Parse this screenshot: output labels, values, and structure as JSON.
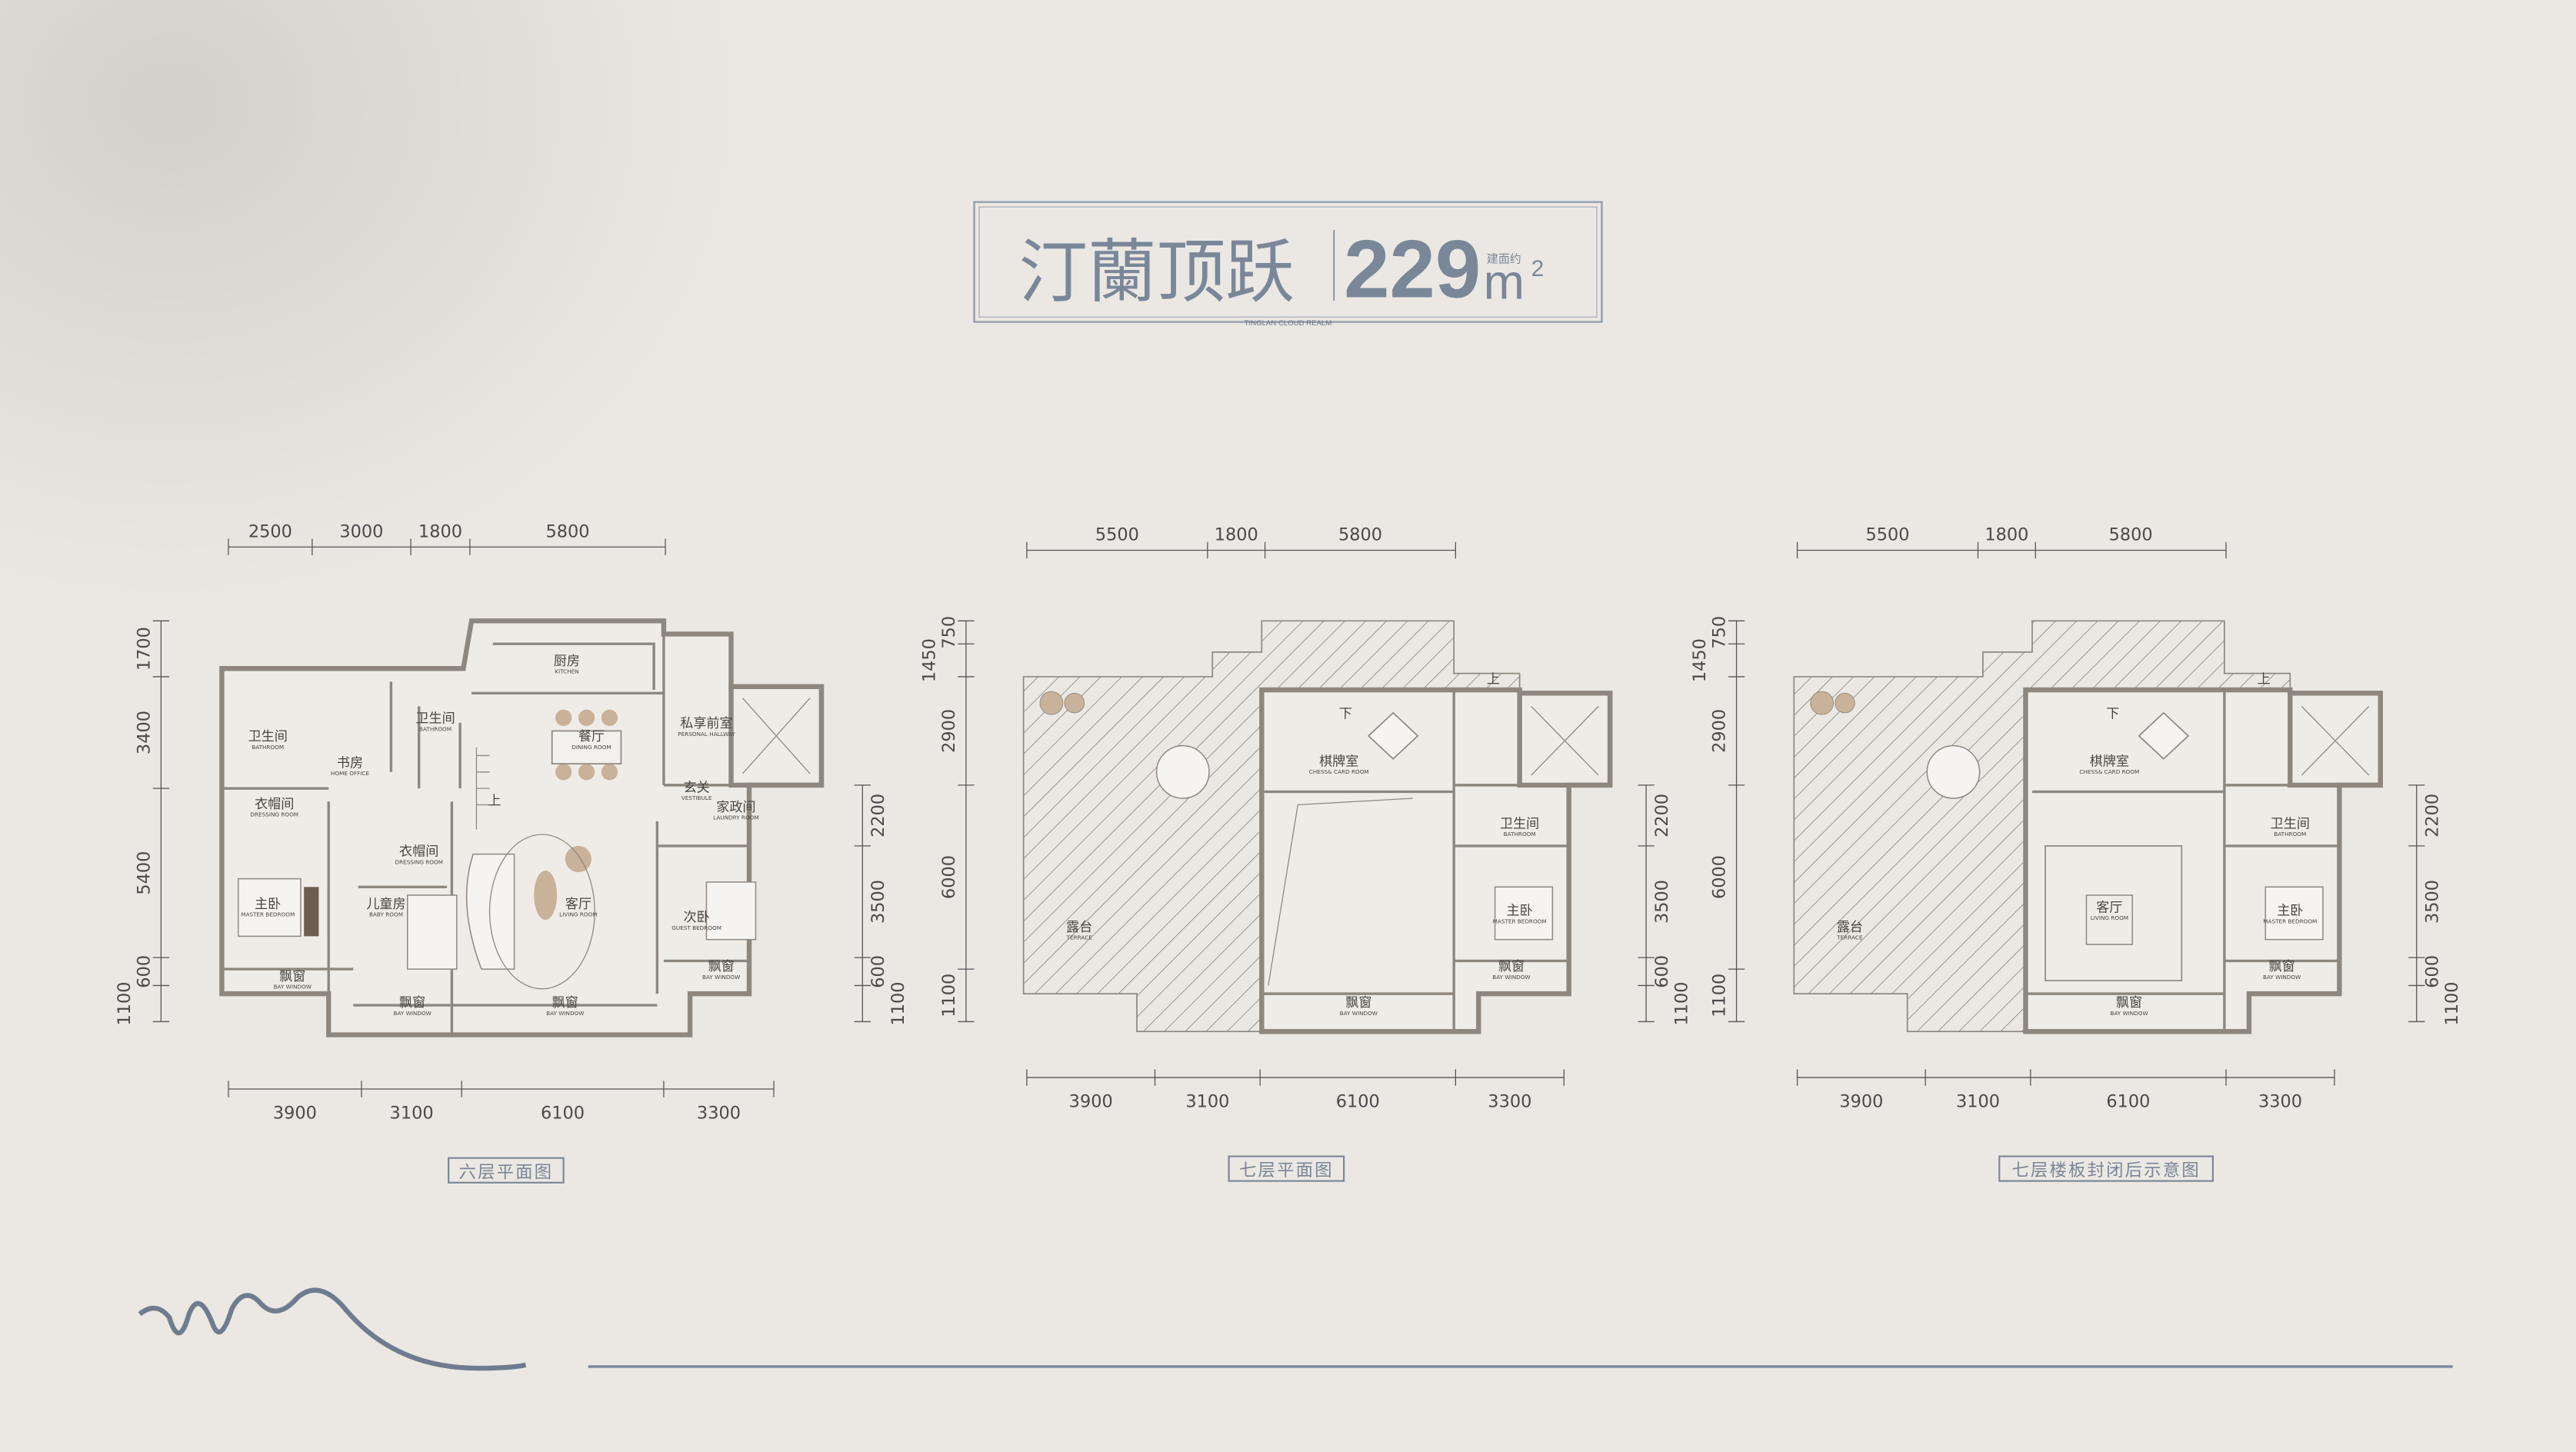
{
  "title": {
    "name": "汀蘭顶跃",
    "area": "229",
    "unit": "m",
    "unit_sup": "2",
    "area_label": "建面约",
    "subtitle": "TINGLAN CLOUD REALM"
  },
  "colors": {
    "accent": "#7a8799",
    "wall": "#8e8780",
    "furniture": "#c9b29a",
    "background": "#ebe8e3"
  },
  "plans": [
    {
      "caption": "六层平面图",
      "dims_top": [
        "2500",
        "3000",
        "1800",
        "5800"
      ],
      "dims_bottom": [
        "3900",
        "3100",
        "6100",
        "3300"
      ],
      "dims_left": [
        "1700",
        "3400",
        "5400",
        "600",
        "1100"
      ],
      "dims_right": [
        "2200",
        "3500",
        "600",
        "1100"
      ],
      "rooms": [
        {
          "cn": "厨房",
          "en": "KITCHEN"
        },
        {
          "cn": "餐厅",
          "en": "DINING ROOM"
        },
        {
          "cn": "私享前室",
          "en": "PERSONAL HALLWAY"
        },
        {
          "cn": "书房",
          "en": "HOME OFFICE"
        },
        {
          "cn": "卫生间",
          "en": "BATHROOM"
        },
        {
          "cn": "卫生间",
          "en": "BATHROOM"
        },
        {
          "cn": "衣帽间",
          "en": "DRESSING ROOM"
        },
        {
          "cn": "衣帽间",
          "en": "DRESSING ROOM"
        },
        {
          "cn": "主卧",
          "en": "MASTER BEDROOM"
        },
        {
          "cn": "儿童房",
          "en": "BABY ROOM"
        },
        {
          "cn": "客厅",
          "en": "LIVING ROOM"
        },
        {
          "cn": "次卧",
          "en": "GUEST BEDROOM"
        },
        {
          "cn": "玄关",
          "en": "VESTIBULE"
        },
        {
          "cn": "家政间",
          "en": "LAUNDRY ROOM"
        },
        {
          "cn": "飘窗",
          "en": "BAY WINDOW"
        },
        {
          "cn": "飘窗",
          "en": "BAY WINDOW"
        },
        {
          "cn": "飘窗",
          "en": "BAY WINDOW"
        },
        {
          "cn": "飘窗",
          "en": "BAY WINDOW"
        }
      ],
      "stair_marks": [
        "上"
      ]
    },
    {
      "caption": "七层平面图",
      "dims_top": [
        "5500",
        "1800",
        "5800"
      ],
      "dims_bottom": [
        "3900",
        "3100",
        "6100",
        "3300"
      ],
      "dims_left": [
        "750",
        "1450",
        "2900",
        "6000",
        "1100"
      ],
      "dims_right": [
        "2200",
        "3500",
        "600",
        "1100"
      ],
      "rooms": [
        {
          "cn": "棋牌室",
          "en": "CHESS& CARD ROOM"
        },
        {
          "cn": "露台",
          "en": "TERRACE"
        },
        {
          "cn": "卫生间",
          "en": "BATHROOM"
        },
        {
          "cn": "主卧",
          "en": "MASTER BEDROOM"
        },
        {
          "cn": "飘窗",
          "en": "BAY WINDOW"
        },
        {
          "cn": "飘窗",
          "en": "BAY WINDOW"
        }
      ],
      "stair_marks": [
        "下",
        "上"
      ]
    },
    {
      "caption": "七层楼板封闭后示意图",
      "dims_top": [
        "5500",
        "1800",
        "5800"
      ],
      "dims_bottom": [
        "3900",
        "3100",
        "6100",
        "3300"
      ],
      "dims_left": [
        "750",
        "1450",
        "2900",
        "6000",
        "1100"
      ],
      "dims_right": [
        "2200",
        "3500",
        "600",
        "1100"
      ],
      "rooms": [
        {
          "cn": "棋牌室",
          "en": "CHESS& CARD ROOM"
        },
        {
          "cn": "露台",
          "en": "TERRACE"
        },
        {
          "cn": "卫生间",
          "en": "BATHROOM"
        },
        {
          "cn": "主卧",
          "en": "MASTER BEDROOM"
        },
        {
          "cn": "飘窗",
          "en": "BAY WINDOW"
        },
        {
          "cn": "飘窗",
          "en": "BAY WINDOW"
        },
        {
          "cn": "客厅",
          "en": "LIVING ROOM"
        }
      ],
      "stair_marks": [
        "下",
        "上"
      ]
    }
  ]
}
